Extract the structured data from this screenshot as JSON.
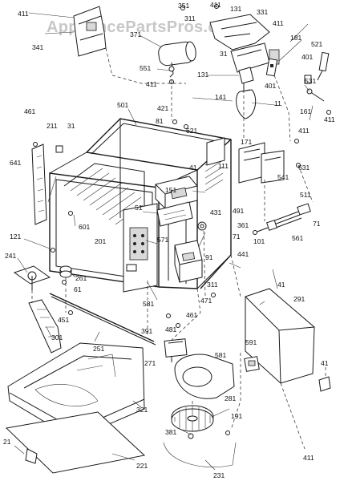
{
  "watermark": "AppliancePartsPros.com",
  "callouts": [
    {
      "id": "411a",
      "text": "411"
    },
    {
      "id": "351",
      "text": "351"
    },
    {
      "id": "411b",
      "text": "411"
    },
    {
      "id": "131a",
      "text": "131"
    },
    {
      "id": "331",
      "text": "331"
    },
    {
      "id": "311a",
      "text": "311"
    },
    {
      "id": "341",
      "text": "341"
    },
    {
      "id": "411c",
      "text": "411"
    },
    {
      "id": "371",
      "text": "371"
    },
    {
      "id": "181",
      "text": "181"
    },
    {
      "id": "31a",
      "text": "31"
    },
    {
      "id": "521",
      "text": "521"
    },
    {
      "id": "401a",
      "text": "401"
    },
    {
      "id": "551",
      "text": "551"
    },
    {
      "id": "131b",
      "text": "131"
    },
    {
      "id": "411d",
      "text": "411"
    },
    {
      "id": "401b",
      "text": "401"
    },
    {
      "id": "531",
      "text": "531"
    },
    {
      "id": "141",
      "text": "141"
    },
    {
      "id": "11",
      "text": "11"
    },
    {
      "id": "161",
      "text": "161"
    },
    {
      "id": "411e",
      "text": "411"
    },
    {
      "id": "501",
      "text": "501"
    },
    {
      "id": "421",
      "text": "421"
    },
    {
      "id": "461a",
      "text": "461"
    },
    {
      "id": "81",
      "text": "81"
    },
    {
      "id": "211",
      "text": "211"
    },
    {
      "id": "31b",
      "text": "31"
    },
    {
      "id": "621",
      "text": "621"
    },
    {
      "id": "411f",
      "text": "411"
    },
    {
      "id": "171",
      "text": "171"
    },
    {
      "id": "641",
      "text": "641"
    },
    {
      "id": "111",
      "text": "111"
    },
    {
      "id": "631",
      "text": "631"
    },
    {
      "id": "41a",
      "text": "41"
    },
    {
      "id": "541",
      "text": "541"
    },
    {
      "id": "151",
      "text": "151"
    },
    {
      "id": "511",
      "text": "511"
    },
    {
      "id": "491",
      "text": "491"
    },
    {
      "id": "51",
      "text": "51"
    },
    {
      "id": "431",
      "text": "431"
    },
    {
      "id": "71a",
      "text": "71"
    },
    {
      "id": "601",
      "text": "601"
    },
    {
      "id": "361",
      "text": "361"
    },
    {
      "id": "71b",
      "text": "71"
    },
    {
      "id": "121",
      "text": "121"
    },
    {
      "id": "201",
      "text": "201"
    },
    {
      "id": "571",
      "text": "571"
    },
    {
      "id": "101",
      "text": "101"
    },
    {
      "id": "561",
      "text": "561"
    },
    {
      "id": "441",
      "text": "441"
    },
    {
      "id": "241",
      "text": "241"
    },
    {
      "id": "91",
      "text": "91"
    },
    {
      "id": "261",
      "text": "261"
    },
    {
      "id": "61",
      "text": "61"
    },
    {
      "id": "311b",
      "text": "311"
    },
    {
      "id": "581a",
      "text": "581"
    },
    {
      "id": "41b",
      "text": "41"
    },
    {
      "id": "471",
      "text": "471"
    },
    {
      "id": "291",
      "text": "291"
    },
    {
      "id": "451",
      "text": "451"
    },
    {
      "id": "461b",
      "text": "461"
    },
    {
      "id": "391",
      "text": "391"
    },
    {
      "id": "301",
      "text": "301"
    },
    {
      "id": "481",
      "text": "481"
    },
    {
      "id": "251",
      "text": "251"
    },
    {
      "id": "591",
      "text": "591"
    },
    {
      "id": "581b",
      "text": "581"
    },
    {
      "id": "271",
      "text": "271"
    },
    {
      "id": "41c",
      "text": "41"
    },
    {
      "id": "281",
      "text": "281"
    },
    {
      "id": "321",
      "text": "321"
    },
    {
      "id": "191",
      "text": "191"
    },
    {
      "id": "381",
      "text": "381"
    },
    {
      "id": "21",
      "text": "21"
    },
    {
      "id": "221",
      "text": "221"
    },
    {
      "id": "411g",
      "text": "411"
    },
    {
      "id": "231",
      "text": "231"
    }
  ]
}
